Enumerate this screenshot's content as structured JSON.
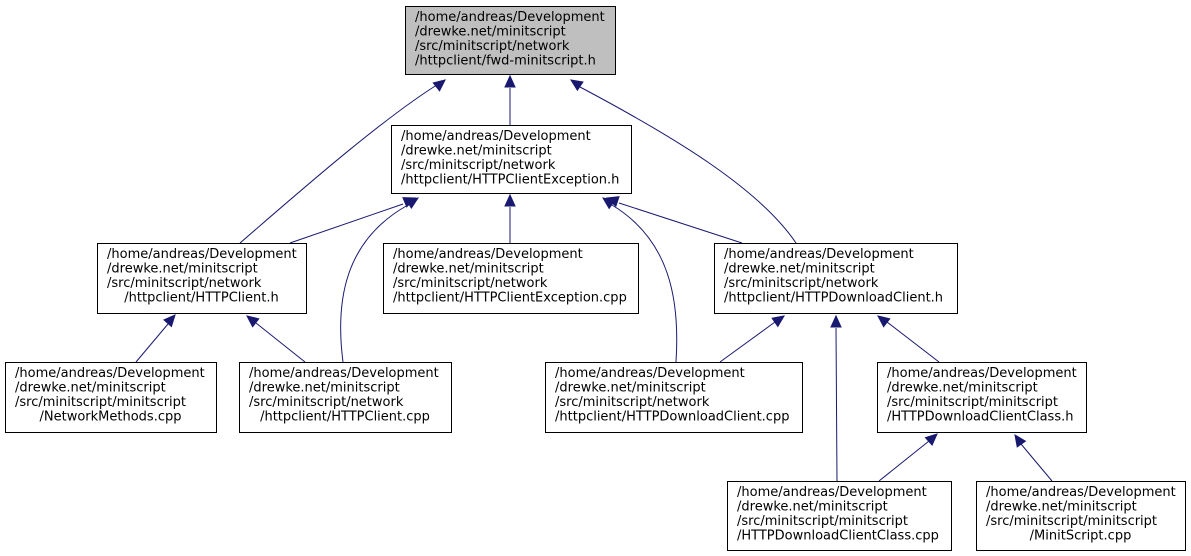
{
  "graph": {
    "edge_color": "#191970",
    "root_fill": "#bfbfbf",
    "nodes": [
      {
        "id": "fwd",
        "root": true,
        "lines": [
          "/home/andreas/Development",
          "/drewke.net/minitscript",
          "/src/minitscript/network",
          "/httpclient/fwd-minitscript.h"
        ]
      },
      {
        "id": "exc_h",
        "lines": [
          "/home/andreas/Development",
          "/drewke.net/minitscript",
          "/src/minitscript/network",
          "/httpclient/HTTPClientException.h"
        ]
      },
      {
        "id": "client_h",
        "lines": [
          "/home/andreas/Development",
          "/drewke.net/minitscript",
          "/src/minitscript/network",
          "/httpclient/HTTPClient.h"
        ]
      },
      {
        "id": "exc_cpp",
        "lines": [
          "/home/andreas/Development",
          "/drewke.net/minitscript",
          "/src/minitscript/network",
          "/httpclient/HTTPClientException.cpp"
        ]
      },
      {
        "id": "dl_h",
        "lines": [
          "/home/andreas/Development",
          "/drewke.net/minitscript",
          "/src/minitscript/network",
          "/httpclient/HTTPDownloadClient.h"
        ]
      },
      {
        "id": "netmeth",
        "lines": [
          "/home/andreas/Development",
          "/drewke.net/minitscript",
          "/src/minitscript/minitscript",
          "/NetworkMethods.cpp"
        ]
      },
      {
        "id": "client_cpp",
        "lines": [
          "/home/andreas/Development",
          "/drewke.net/minitscript",
          "/src/minitscript/network",
          "/httpclient/HTTPClient.cpp"
        ]
      },
      {
        "id": "dl_cpp",
        "lines": [
          "/home/andreas/Development",
          "/drewke.net/minitscript",
          "/src/minitscript/network",
          "/httpclient/HTTPDownloadClient.cpp"
        ]
      },
      {
        "id": "dlclass_h",
        "lines": [
          "/home/andreas/Development",
          "/drewke.net/minitscript",
          "/src/minitscript/minitscript",
          "/HTTPDownloadClientClass.h"
        ]
      },
      {
        "id": "dlclass_cpp",
        "lines": [
          "/home/andreas/Development",
          "/drewke.net/minitscript",
          "/src/minitscript/minitscript",
          "/HTTPDownloadClientClass.cpp"
        ]
      },
      {
        "id": "minitscript_cpp",
        "lines": [
          "/home/andreas/Development",
          "/drewke.net/minitscript",
          "/src/minitscript/minitscript",
          "/MinitScript.cpp"
        ]
      }
    ],
    "edges": [
      {
        "from": "client_h",
        "to": "fwd"
      },
      {
        "from": "exc_h",
        "to": "fwd"
      },
      {
        "from": "dl_h",
        "to": "fwd"
      },
      {
        "from": "client_h",
        "to": "exc_h"
      },
      {
        "from": "client_cpp",
        "to": "exc_h"
      },
      {
        "from": "exc_cpp",
        "to": "exc_h"
      },
      {
        "from": "dl_cpp",
        "to": "exc_h"
      },
      {
        "from": "dl_h",
        "to": "exc_h"
      },
      {
        "from": "netmeth",
        "to": "client_h"
      },
      {
        "from": "client_cpp",
        "to": "client_h"
      },
      {
        "from": "dl_cpp",
        "to": "dl_h"
      },
      {
        "from": "dlclass_cpp",
        "to": "dl_h"
      },
      {
        "from": "dlclass_h",
        "to": "dl_h"
      },
      {
        "from": "dlclass_cpp",
        "to": "dlclass_h"
      },
      {
        "from": "minitscript_cpp",
        "to": "dlclass_h"
      }
    ]
  }
}
